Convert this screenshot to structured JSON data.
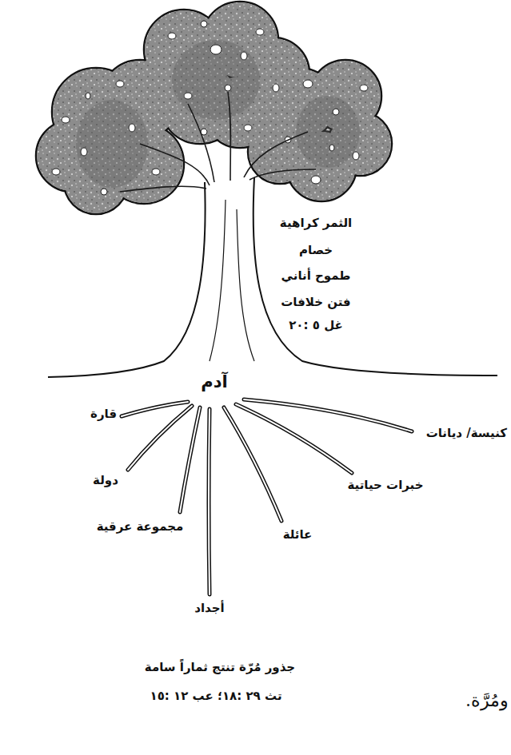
{
  "diagram": {
    "labels": [
      "الثمر كراهية",
      "خصام",
      "طموح أناني",
      "فتن خلافات",
      "غل ٥ :٢٠",
      "آدم",
      "قارة",
      "كنيسة/ ديانات",
      "دولة",
      "خبرات حياتية",
      "مجموعة عرقية",
      "عائلة",
      "أجداد",
      "جذور مُرّة تنتج ثماراً سامة",
      "تث ٢٩ :١٨؛ عب ١٢ :١٥",
      "ومُرَّة."
    ]
  }
}
